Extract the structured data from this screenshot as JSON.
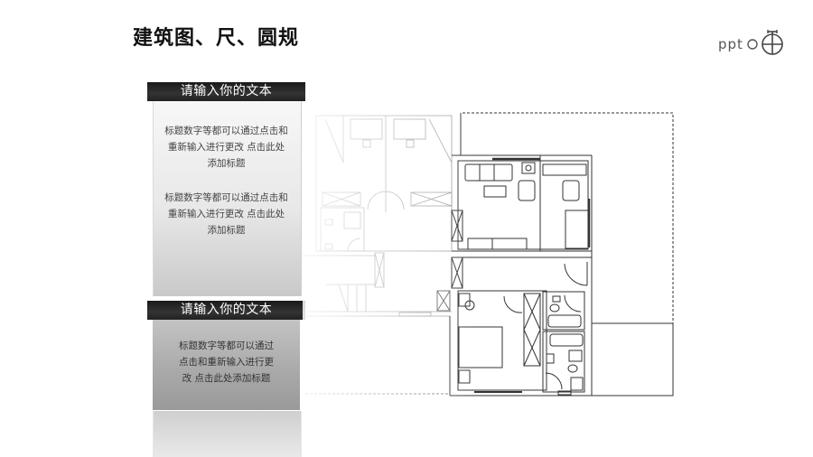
{
  "slide": {
    "title": "建筑图、尺、圆规",
    "logo": {
      "text": "ppt",
      "icon": "circle-cross-icon"
    }
  },
  "panels": [
    {
      "header": "请输入你的文本",
      "paragraphs": [
        "标题数字等都可以通过点击和重新输入进行更改 点击此处添加标题",
        "标题数字等都可以通过点击和重新输入进行更改 点击此处添加标题"
      ]
    },
    {
      "header": "请输入你的文本",
      "paragraphs": [
        "标题数字等都可以通过点击和重新输入进行更改 点击此处添加标题"
      ]
    }
  ],
  "image": {
    "subject": "architectural-floor-plan"
  }
}
